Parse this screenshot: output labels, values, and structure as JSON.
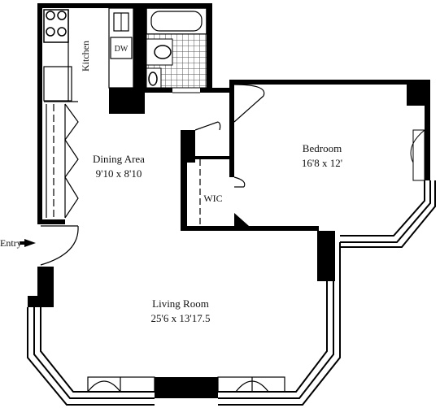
{
  "rooms": {
    "kitchen": {
      "name": "Kitchen"
    },
    "dining": {
      "name": "Dining Area",
      "size": "9'10 x 8'10"
    },
    "bedroom": {
      "name": "Bedroom",
      "size": "16'8 x 12'"
    },
    "wic": {
      "name": "WIC"
    },
    "living": {
      "name": "Living Room",
      "size": "25'6 x 13'17.5"
    }
  },
  "fixtures": {
    "dishwasher": "DW"
  },
  "entry": {
    "label": "Entry"
  },
  "colors": {
    "wall": "#000000",
    "background": "#ffffff",
    "tile": "#555555"
  }
}
